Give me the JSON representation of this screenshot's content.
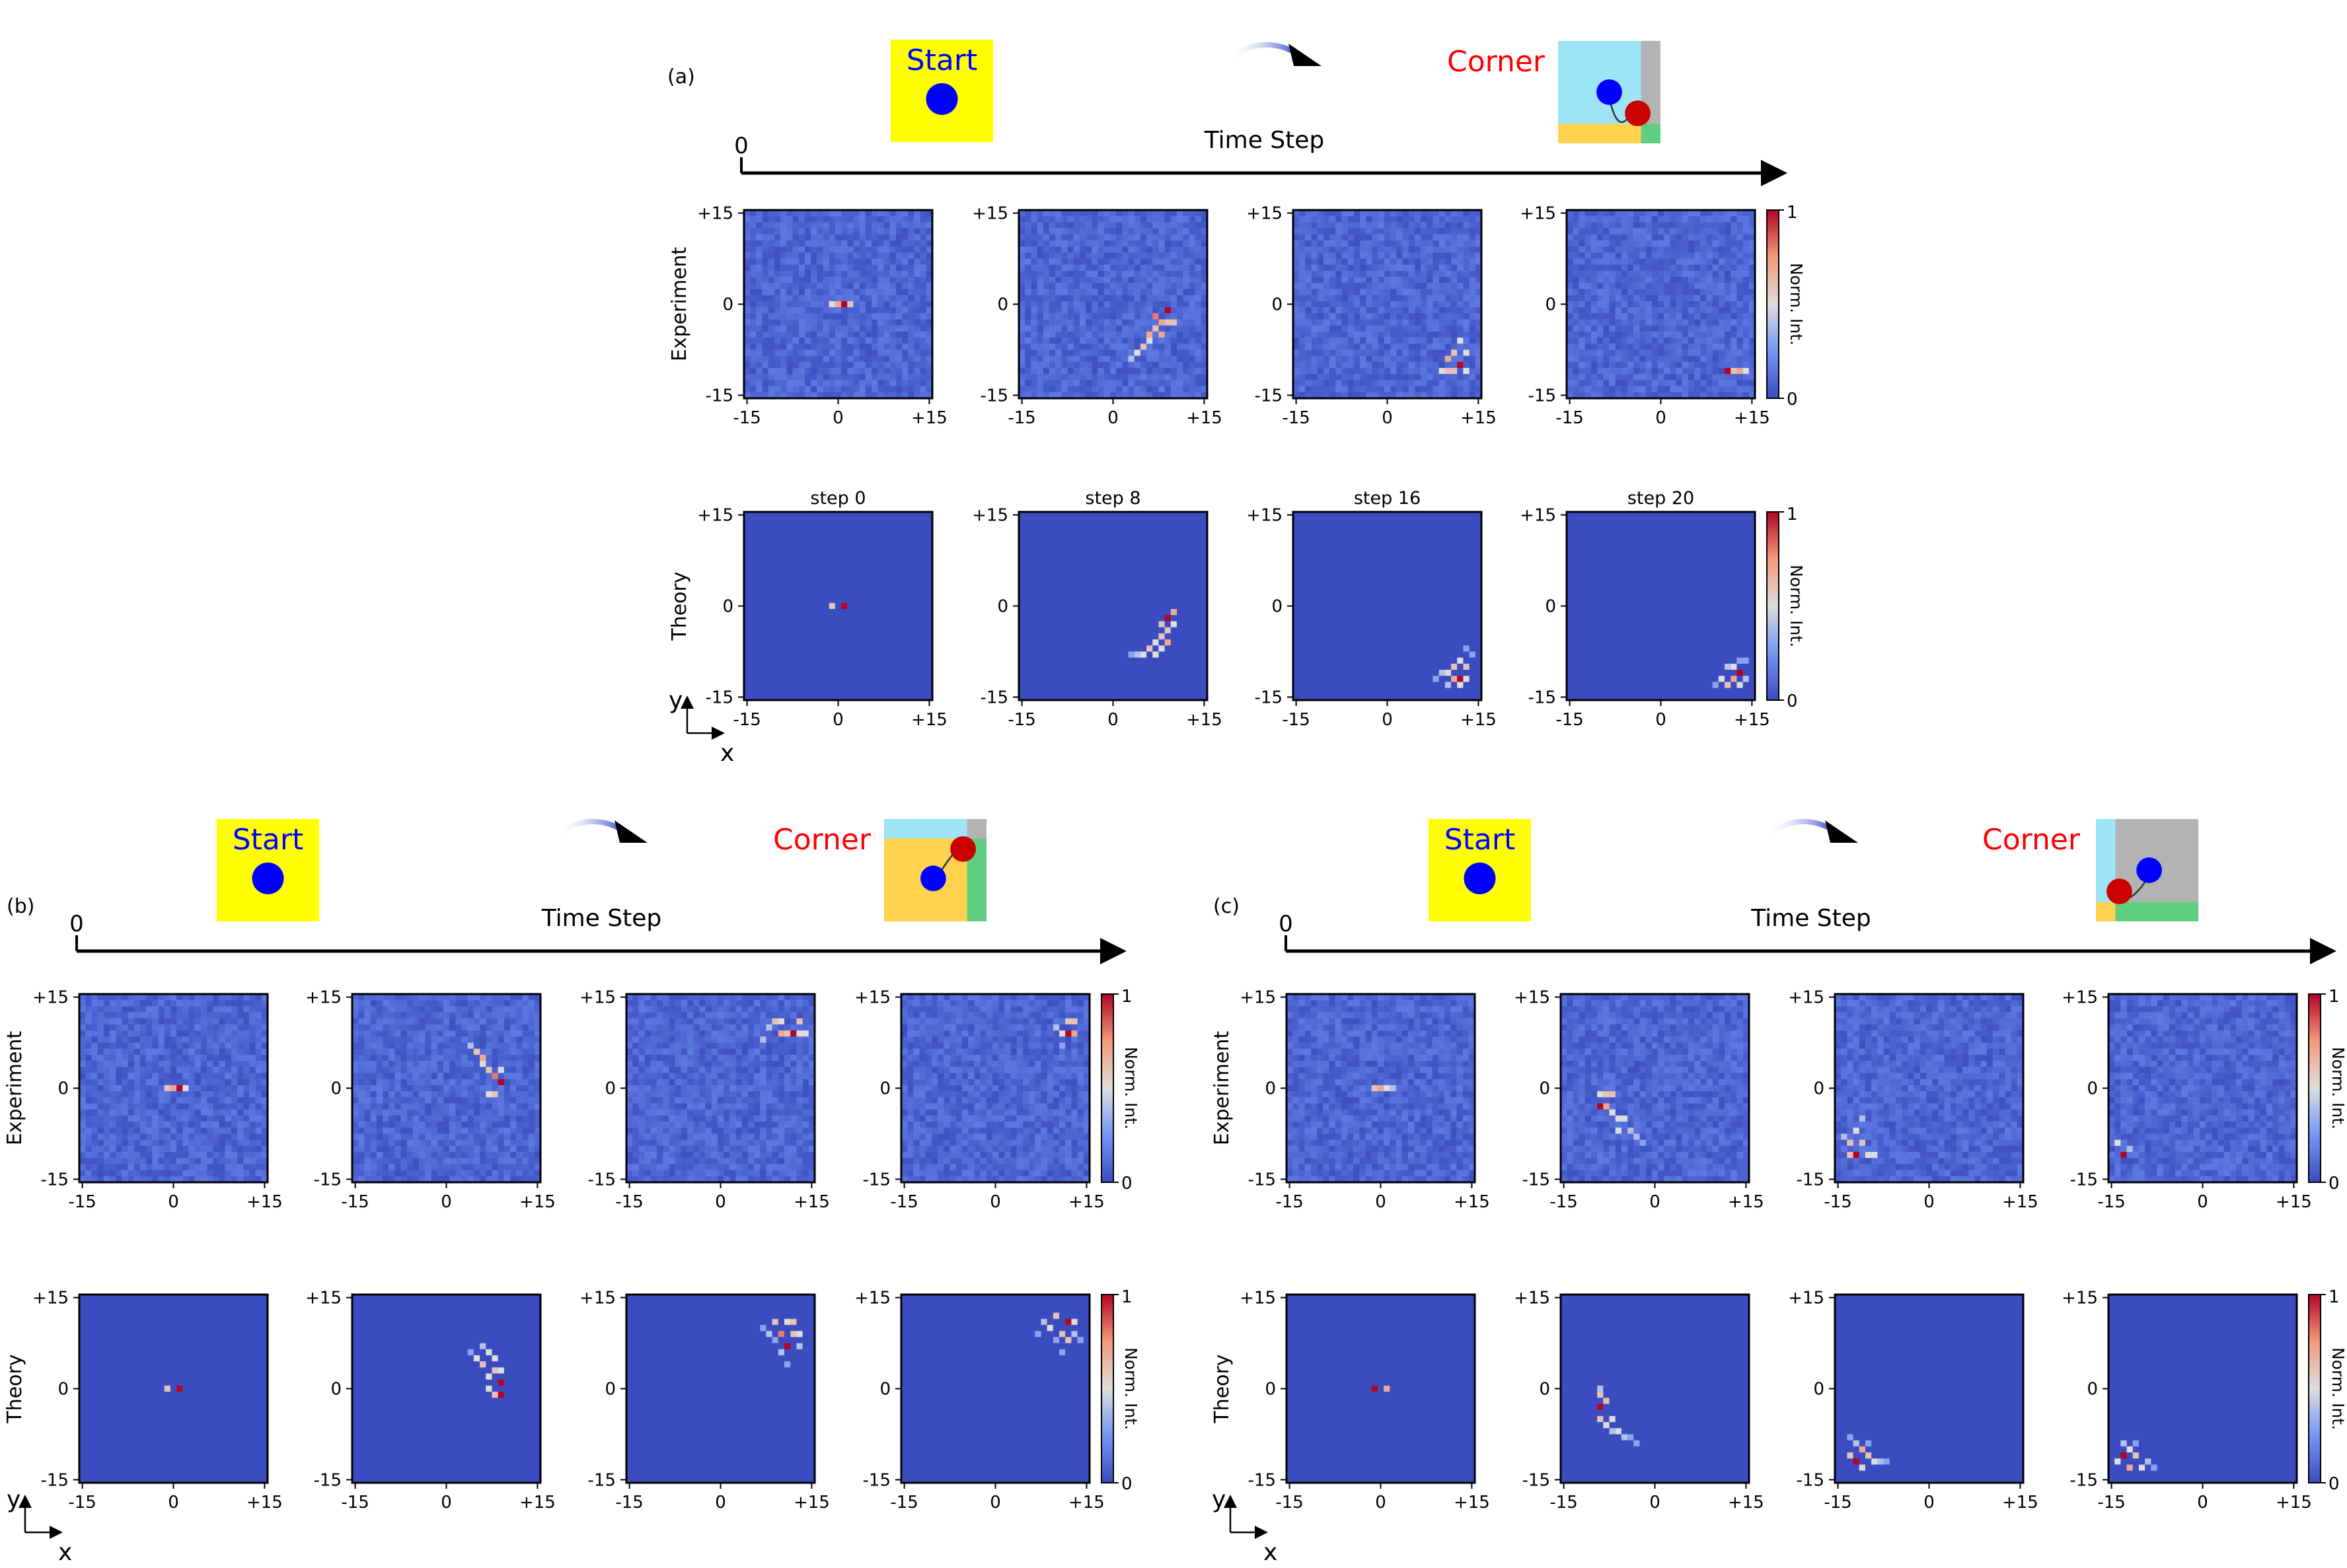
{
  "panels": [
    {
      "id": "a",
      "label": "(a)",
      "start_label": "Start",
      "corner_label": "Corner",
      "time_origin": "0",
      "time_axis_label": "Time Step",
      "corner_inset": "br",
      "experiment_row_label": "Experiment",
      "theory_row_label": "Theory",
      "step_titles": [
        "step 0",
        "step 8",
        "step 16",
        "step 20"
      ],
      "show_xy_axes": true,
      "experiment": [
        {
          "bright": [
            [
              -1,
              0,
              0.5
            ],
            [
              0,
              0,
              0.7
            ],
            [
              1,
              0,
              1.0
            ],
            [
              2,
              0,
              0.6
            ]
          ]
        },
        {
          "bright": [
            [
              5,
              -7,
              0.6
            ],
            [
              6,
              -5,
              0.7
            ],
            [
              7,
              -2,
              0.8
            ],
            [
              8,
              -3,
              0.7
            ],
            [
              9,
              -1,
              1.0
            ],
            [
              7,
              -4,
              0.6
            ],
            [
              6,
              -6,
              0.5
            ],
            [
              8,
              -5,
              0.7
            ],
            [
              9,
              -3,
              0.6
            ],
            [
              4,
              -8,
              0.5
            ],
            [
              3,
              -9,
              0.4
            ],
            [
              10,
              -3,
              0.6
            ]
          ]
        },
        {
          "bright": [
            [
              10,
              -9,
              0.7
            ],
            [
              11,
              -11,
              0.6
            ],
            [
              12,
              -10,
              1.0
            ],
            [
              13,
              -11,
              0.5
            ],
            [
              11,
              -8,
              0.6
            ],
            [
              12,
              -6,
              0.5
            ],
            [
              13,
              -8,
              0.5
            ],
            [
              10,
              -11,
              0.6
            ],
            [
              9,
              -11,
              0.5
            ]
          ]
        },
        {
          "bright": [
            [
              11,
              -11,
              1.0
            ],
            [
              12,
              -11,
              0.6
            ],
            [
              13,
              -11,
              0.7
            ],
            [
              14,
              -11,
              0.5
            ]
          ]
        }
      ],
      "theory": [
        {
          "bright": [
            [
              -1,
              0,
              0.6
            ],
            [
              1,
              0,
              1.0
            ]
          ]
        },
        {
          "bright": [
            [
              9,
              -2,
              1.0
            ],
            [
              10,
              -1,
              0.7
            ],
            [
              8,
              -3,
              0.6
            ],
            [
              9,
              -4,
              0.6
            ],
            [
              10,
              -3,
              0.5
            ],
            [
              8,
              -5,
              0.6
            ],
            [
              9,
              -6,
              0.7
            ],
            [
              7,
              -6,
              0.5
            ],
            [
              6,
              -7,
              0.6
            ],
            [
              5,
              -8,
              0.5
            ],
            [
              4,
              -8,
              0.4
            ],
            [
              3,
              -8,
              0.3
            ],
            [
              7,
              -8,
              0.5
            ],
            [
              8,
              -7,
              0.5
            ]
          ]
        },
        {
          "bright": [
            [
              12,
              -12,
              1.0
            ],
            [
              11,
              -10,
              0.6
            ],
            [
              13,
              -10,
              0.6
            ],
            [
              12,
              -9,
              0.5
            ],
            [
              10,
              -11,
              0.5
            ],
            [
              9,
              -11,
              0.4
            ],
            [
              11,
              -12,
              0.7
            ],
            [
              13,
              -12,
              0.5
            ],
            [
              10,
              -13,
              0.4
            ],
            [
              12,
              -13,
              0.5
            ],
            [
              8,
              -12,
              0.3
            ],
            [
              13,
              -7,
              0.3
            ],
            [
              14,
              -8,
              0.3
            ]
          ]
        },
        {
          "bright": [
            [
              13,
              -11,
              1.0
            ],
            [
              12,
              -12,
              0.7
            ],
            [
              11,
              -13,
              0.6
            ],
            [
              13,
              -13,
              0.5
            ],
            [
              10,
              -12,
              0.5
            ],
            [
              12,
              -10,
              0.5
            ],
            [
              14,
              -12,
              0.4
            ],
            [
              9,
              -13,
              0.3
            ],
            [
              14,
              -9,
              0.3
            ],
            [
              11,
              -10,
              0.4
            ],
            [
              13,
              -9,
              0.3
            ]
          ]
        }
      ]
    },
    {
      "id": "b",
      "label": "(b)",
      "start_label": "Start",
      "corner_label": "Corner",
      "time_origin": "0",
      "time_axis_label": "Time Step",
      "corner_inset": "tr",
      "experiment_row_label": "Experiment",
      "theory_row_label": "Theory",
      "step_titles": [
        "",
        "",
        "",
        ""
      ],
      "show_xy_axes": true,
      "experiment": [
        {
          "bright": [
            [
              -1,
              0,
              0.6
            ],
            [
              0,
              0,
              0.7
            ],
            [
              1,
              0,
              1.0
            ],
            [
              2,
              0,
              0.5
            ]
          ]
        },
        {
          "bright": [
            [
              5,
              6,
              0.6
            ],
            [
              6,
              5,
              0.7
            ],
            [
              7,
              3,
              0.6
            ],
            [
              8,
              2,
              0.8
            ],
            [
              9,
              1,
              1.0
            ],
            [
              7,
              -1,
              0.5
            ],
            [
              8,
              -1,
              0.6
            ],
            [
              6,
              4,
              0.5
            ],
            [
              4,
              7,
              0.4
            ],
            [
              9,
              3,
              0.5
            ]
          ]
        },
        {
          "bright": [
            [
              10,
              9,
              0.7
            ],
            [
              11,
              9,
              0.6
            ],
            [
              12,
              9,
              1.0
            ],
            [
              13,
              9,
              0.5
            ],
            [
              9,
              11,
              0.6
            ],
            [
              10,
              11,
              0.5
            ],
            [
              13,
              11,
              0.6
            ],
            [
              8,
              10,
              0.4
            ],
            [
              7,
              8,
              0.4
            ],
            [
              14,
              9,
              0.5
            ]
          ]
        },
        {
          "bright": [
            [
              12,
              9,
              1.0
            ],
            [
              13,
              9,
              0.7
            ],
            [
              11,
              9,
              0.5
            ],
            [
              12,
              11,
              0.6
            ],
            [
              13,
              11,
              0.6
            ],
            [
              10,
              10,
              0.4
            ],
            [
              11,
              7,
              0.3
            ]
          ]
        }
      ],
      "theory": [
        {
          "bright": [
            [
              -1,
              0,
              0.6
            ],
            [
              1,
              0,
              1.0
            ]
          ]
        },
        {
          "bright": [
            [
              9,
              1,
              1.0
            ],
            [
              9,
              -1,
              1.0
            ],
            [
              8,
              -1,
              0.6
            ],
            [
              8,
              3,
              0.6
            ],
            [
              7,
              2,
              0.5
            ],
            [
              6,
              4,
              0.6
            ],
            [
              5,
              5,
              0.5
            ],
            [
              8,
              5,
              0.5
            ],
            [
              7,
              6,
              0.5
            ],
            [
              6,
              7,
              0.4
            ],
            [
              4,
              6,
              0.3
            ],
            [
              9,
              3,
              0.5
            ],
            [
              7,
              0,
              0.5
            ]
          ]
        },
        {
          "bright": [
            [
              11,
              7,
              1.0
            ],
            [
              10,
              9,
              0.8
            ],
            [
              12,
              11,
              0.6
            ],
            [
              9,
              11,
              0.6
            ],
            [
              11,
              11,
              0.5
            ],
            [
              13,
              9,
              0.5
            ],
            [
              12,
              9,
              0.6
            ],
            [
              8,
              9,
              0.4
            ],
            [
              10,
              6,
              0.4
            ],
            [
              13,
              7,
              0.4
            ],
            [
              9,
              8,
              0.3
            ],
            [
              7,
              10,
              0.3
            ],
            [
              11,
              4,
              0.3
            ]
          ]
        },
        {
          "bright": [
            [
              12,
              11,
              1.0
            ],
            [
              11,
              9,
              0.6
            ],
            [
              13,
              11,
              0.5
            ],
            [
              10,
              12,
              0.6
            ],
            [
              9,
              10,
              0.5
            ],
            [
              12,
              8,
              0.6
            ],
            [
              13,
              9,
              0.4
            ],
            [
              8,
              11,
              0.4
            ],
            [
              10,
              8,
              0.3
            ],
            [
              11,
              6,
              0.3
            ],
            [
              7,
              9,
              0.3
            ],
            [
              14,
              8,
              0.3
            ]
          ]
        }
      ]
    },
    {
      "id": "c",
      "label": "(c)",
      "start_label": "Start",
      "corner_label": "Corner",
      "time_origin": "0",
      "time_axis_label": "Time Step",
      "corner_inset": "bl",
      "experiment_row_label": "Experiment",
      "theory_row_label": "Theory",
      "step_titles": [
        "",
        "",
        "",
        ""
      ],
      "show_xy_axes": true,
      "experiment": [
        {
          "bright": [
            [
              -1,
              0,
              0.6
            ],
            [
              0,
              0,
              0.7
            ],
            [
              1,
              0,
              0.5
            ],
            [
              2,
              0,
              0.4
            ]
          ]
        },
        {
          "bright": [
            [
              -9,
              -3,
              1.0
            ],
            [
              -8,
              -1,
              0.6
            ],
            [
              -7,
              -1,
              0.6
            ],
            [
              -8,
              -3,
              0.7
            ],
            [
              -7,
              -4,
              0.5
            ],
            [
              -6,
              -5,
              0.5
            ],
            [
              -5,
              -5,
              0.5
            ],
            [
              -4,
              -7,
              0.4
            ],
            [
              -3,
              -8,
              0.4
            ],
            [
              -6,
              -7,
              0.5
            ],
            [
              -9,
              -1,
              0.5
            ],
            [
              -2,
              -9,
              0.3
            ]
          ]
        },
        {
          "bright": [
            [
              -12,
              -11,
              1.0
            ],
            [
              -13,
              -9,
              0.6
            ],
            [
              -11,
              -9,
              0.6
            ],
            [
              -12,
              -7,
              0.5
            ],
            [
              -11,
              -5,
              0.4
            ],
            [
              -10,
              -11,
              0.5
            ],
            [
              -9,
              -11,
              0.5
            ],
            [
              -13,
              -11,
              0.6
            ],
            [
              -14,
              -8,
              0.4
            ]
          ]
        },
        {
          "bright": [
            [
              -13,
              -11,
              1.0
            ],
            [
              -14,
              -9,
              0.5
            ],
            [
              -12,
              -10,
              0.4
            ]
          ]
        }
      ],
      "theory": [
        {
          "bright": [
            [
              -1,
              0,
              1.0
            ],
            [
              1,
              0,
              0.7
            ]
          ]
        },
        {
          "bright": [
            [
              -9,
              -3,
              1.0
            ],
            [
              -9,
              -1,
              0.6
            ],
            [
              -8,
              -2,
              0.6
            ],
            [
              -9,
              -5,
              0.6
            ],
            [
              -7,
              -5,
              0.5
            ],
            [
              -6,
              -7,
              0.5
            ],
            [
              -5,
              -8,
              0.4
            ],
            [
              -4,
              -8,
              0.3
            ],
            [
              -3,
              -9,
              0.3
            ],
            [
              -8,
              -6,
              0.5
            ],
            [
              -7,
              -7,
              0.4
            ],
            [
              -9,
              0,
              0.4
            ]
          ]
        },
        {
          "bright": [
            [
              -12,
              -12,
              1.0
            ],
            [
              -11,
              -10,
              0.7
            ],
            [
              -13,
              -11,
              0.6
            ],
            [
              -10,
              -11,
              0.6
            ],
            [
              -11,
              -13,
              0.5
            ],
            [
              -9,
              -12,
              0.5
            ],
            [
              -8,
              -12,
              0.4
            ],
            [
              -12,
              -9,
              0.4
            ],
            [
              -7,
              -12,
              0.3
            ],
            [
              -13,
              -8,
              0.3
            ],
            [
              -10,
              -9,
              0.3
            ]
          ]
        },
        {
          "bright": [
            [
              -13,
              -11,
              1.0
            ],
            [
              -12,
              -13,
              0.7
            ],
            [
              -11,
              -11,
              0.6
            ],
            [
              -14,
              -12,
              0.5
            ],
            [
              -10,
              -13,
              0.5
            ],
            [
              -12,
              -10,
              0.5
            ],
            [
              -13,
              -9,
              0.4
            ],
            [
              -9,
              -12,
              0.4
            ],
            [
              -11,
              -9,
              0.3
            ],
            [
              -8,
              -13,
              0.3
            ]
          ]
        }
      ]
    }
  ],
  "axis_ticks": [
    "-15",
    "0",
    "+15"
  ],
  "colorbar": {
    "label": "Norm. Int.",
    "max": "1",
    "min": "0"
  },
  "axes_labels": {
    "x": "x",
    "y": "y"
  },
  "colors": {
    "background_map": "#3b4cc0",
    "peak": "#b40426",
    "start_box": "#ffff00",
    "start_text": "#0000ff",
    "corner_text": "#ff0000",
    "blue_dot": "#0000ff",
    "red_dot": "#cc0000",
    "inset_cyan": "#9ee4f7",
    "inset_gray": "#b3b3b3",
    "inset_yellow": "#ffd24d",
    "inset_green": "#5fcf7f"
  }
}
